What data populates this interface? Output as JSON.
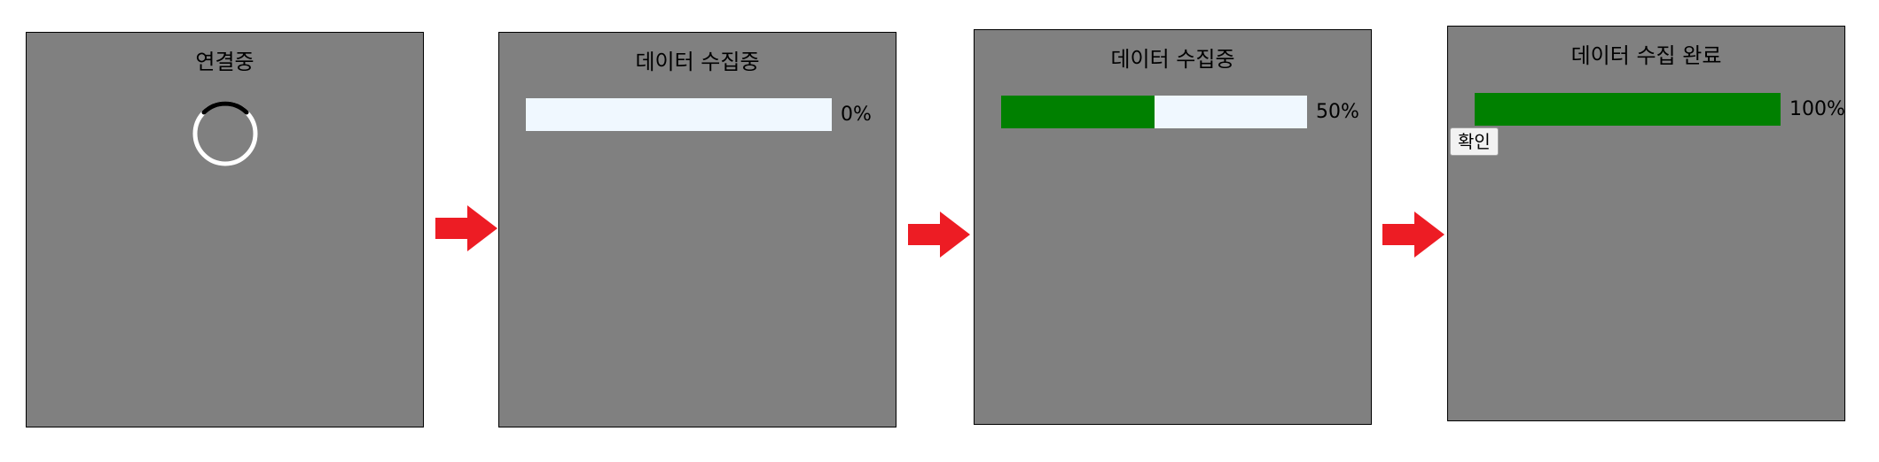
{
  "panels": [
    {
      "title": "연결중"
    },
    {
      "title": "데이터 수집중",
      "progress": 0,
      "progress_label": "0%"
    },
    {
      "title": "데이터 수집중",
      "progress": 50,
      "progress_label": "50%"
    },
    {
      "title": "데이터 수집 완료",
      "progress": 100,
      "progress_label": "100%",
      "button_label": "확인"
    }
  ],
  "colors": {
    "panel_bg": "#808080",
    "progress_fill": "#008000",
    "progress_track": "#f0f8ff",
    "arrow": "#ed1c24",
    "spinner_ring": "#ffffff",
    "spinner_arc": "#000000"
  },
  "icons": {
    "spinner": "loading-spinner-icon",
    "arrow": "arrow-right-icon"
  }
}
